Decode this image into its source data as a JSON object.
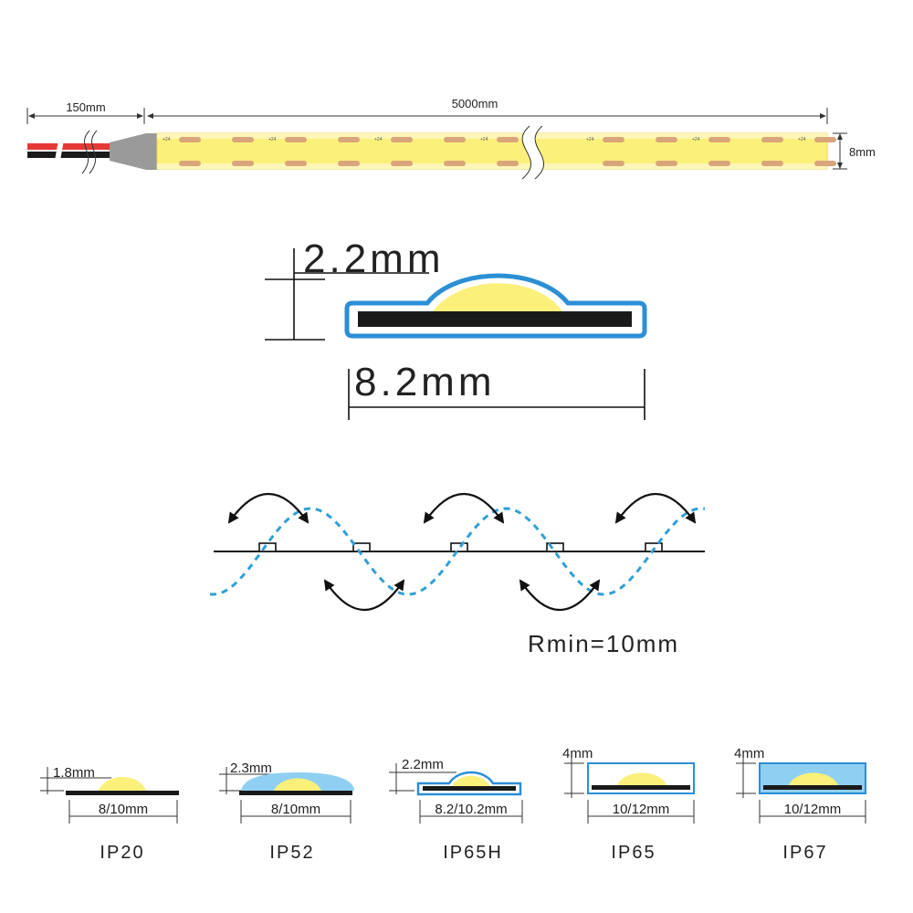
{
  "strip": {
    "lead_length": "150mm",
    "strip_length": "5000mm",
    "strip_width": "8mm",
    "pad_label": "+24"
  },
  "cross_section": {
    "height": "2.2mm",
    "width": "8.2mm"
  },
  "bend": {
    "radius_label": "Rmin=10mm"
  },
  "variants": [
    {
      "rating": "IP20",
      "height": "1.8mm",
      "width": "8/10mm"
    },
    {
      "rating": "IP52",
      "height": "2.3mm",
      "width": "8/10mm"
    },
    {
      "rating": "IP65H",
      "height": "2.2mm",
      "width": "8.2/10.2mm"
    },
    {
      "rating": "IP65",
      "height": "4mm",
      "width": "10/12mm"
    },
    {
      "rating": "IP67",
      "height": "4mm",
      "width": "10/12mm"
    }
  ],
  "colors": {
    "led_yellow": "#fbf07a",
    "jacket_blue": "#2b8fd6",
    "silicone_blue": "#8fd0f2",
    "pcb_black": "#1a1a1a",
    "wire_red": "#e53935",
    "pad_copper": "#d9a57a",
    "connector_gray": "#9a9a9a"
  }
}
